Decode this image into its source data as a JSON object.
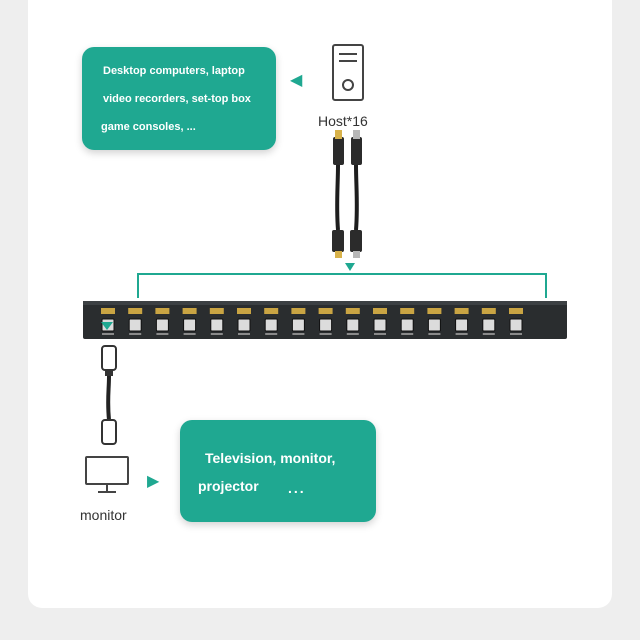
{
  "sources_box": {
    "line1": "Desktop computers, laptop",
    "line2": "video recorders, set-top box",
    "line3": "game consoles, ..."
  },
  "host_label": "Host*16",
  "display_box": {
    "line1": "Television, monitor,",
    "line2": "projector",
    "ellipsis": "..."
  },
  "monitor_label": "monitor",
  "switch": {
    "port_count": 16
  },
  "colors": {
    "accent": "#1fa891",
    "device": "#2a2d2f"
  },
  "icons": {
    "arrow": "◀",
    "arrow_right": "▶"
  }
}
